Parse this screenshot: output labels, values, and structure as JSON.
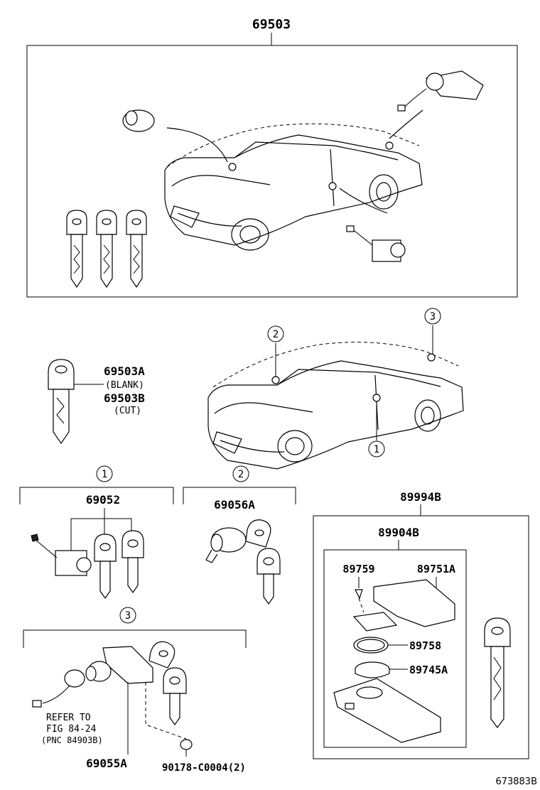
{
  "labels": {
    "assembly_top": "69503",
    "key_blank": "69503A",
    "key_blank_note": "(BLANK)",
    "key_cut": "69503B",
    "key_cut_note": "(CUT)",
    "group1_part": "69052",
    "group2_part": "69056A",
    "group3_part": "69055A",
    "screw_part": "90178-C0004(2)",
    "remote_kit": "89994B",
    "remote_sub": "89904B",
    "cover_part": "89751A",
    "screw_small": "89759",
    "ring_part": "89758",
    "battery_part": "89745A",
    "refer_line1": "REFER TO",
    "refer_line2": "FIG 84-24",
    "refer_line3": "(PNC 84903B)",
    "figure_id": "673883B"
  },
  "callouts": {
    "c1": "1",
    "c2": "2",
    "c3": "3"
  }
}
